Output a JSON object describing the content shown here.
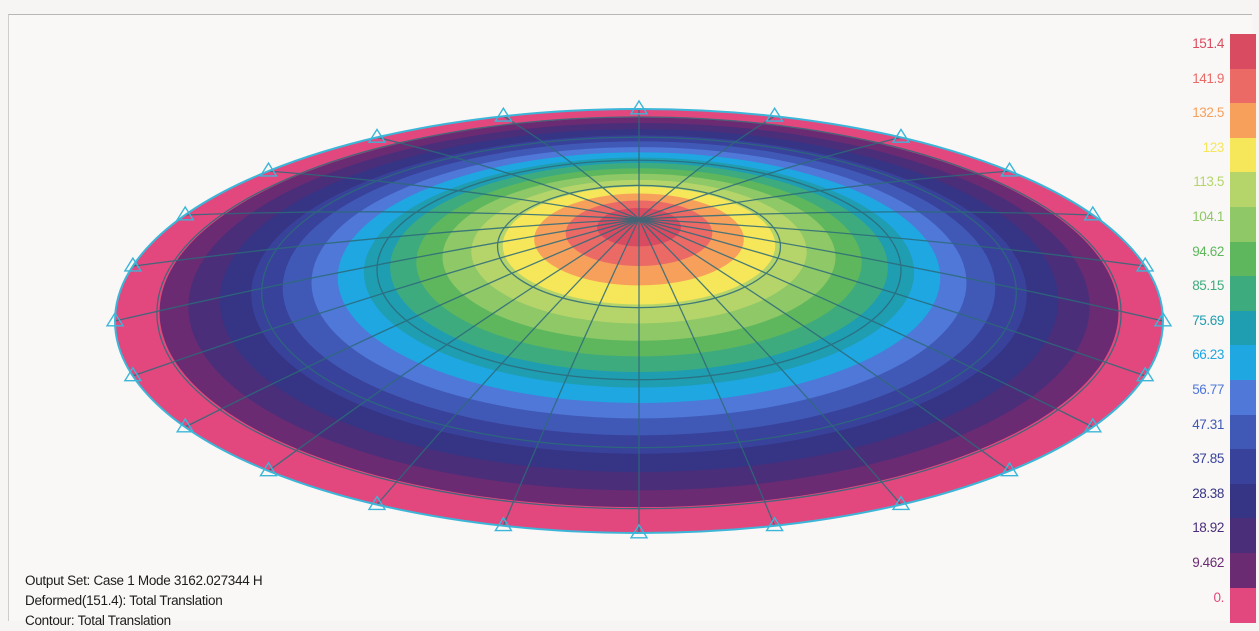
{
  "info": {
    "output_set": "Output Set: Case 1 Mode 3162.027344 H",
    "deformed": "Deformed(151.4): Total Translation",
    "contour": "Contour: Total Translation"
  },
  "legend": [
    {
      "label": "151.4",
      "color": "#d94b60"
    },
    {
      "label": "141.9",
      "color": "#ec6a66"
    },
    {
      "label": "132.5",
      "color": "#f7a05c"
    },
    {
      "label": "123",
      "color": "#f6e65a"
    },
    {
      "label": "113.5",
      "color": "#b5d56a"
    },
    {
      "label": "104.1",
      "color": "#8ec867"
    },
    {
      "label": "94.62",
      "color": "#5fb75d"
    },
    {
      "label": "85.15",
      "color": "#3eab7e"
    },
    {
      "label": "75.69",
      "color": "#1f9db1"
    },
    {
      "label": "66.23",
      "color": "#1ea7e1"
    },
    {
      "label": "56.77",
      "color": "#4f78d8"
    },
    {
      "label": "47.31",
      "color": "#4159b6"
    },
    {
      "label": "37.85",
      "color": "#38429a"
    },
    {
      "label": "28.38",
      "color": "#363484"
    },
    {
      "label": "18.92",
      "color": "#4a2e7a"
    },
    {
      "label": "9.462",
      "color": "#6a2b72"
    },
    {
      "label": "0.",
      "color": "#e2487e"
    }
  ],
  "mesh_color": "#2c6a7a",
  "constraint_color": "#3cb6d8"
}
